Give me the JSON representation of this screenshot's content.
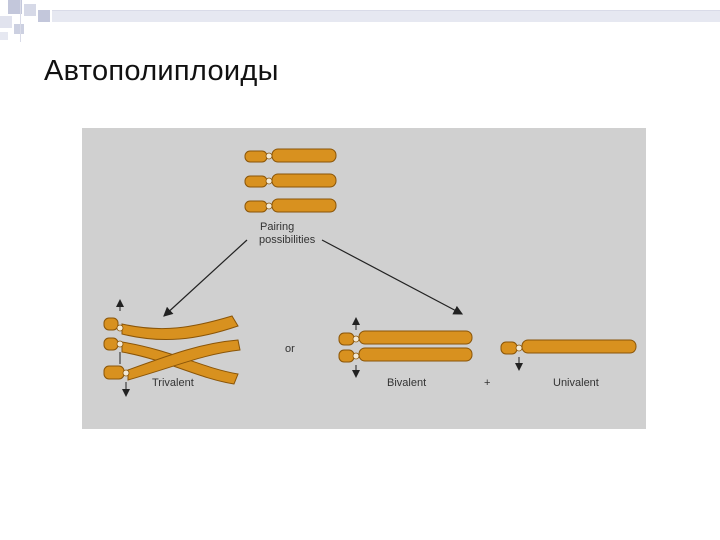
{
  "slide": {
    "title": "Автополиплоиды"
  },
  "figure": {
    "pairing_line1": "Pairing",
    "pairing_line2": "possibilities",
    "or_label": "or",
    "trivalent_label": "Trivalent",
    "bivalent_label": "Bivalent",
    "plus_label": "+",
    "univalent_label": "Univalent"
  },
  "colors": {
    "chromosome": "#d8911f",
    "chromosome_outline": "#8a5508",
    "figure_background": "#d0d0d0",
    "header_squares": "#c9cde0"
  }
}
